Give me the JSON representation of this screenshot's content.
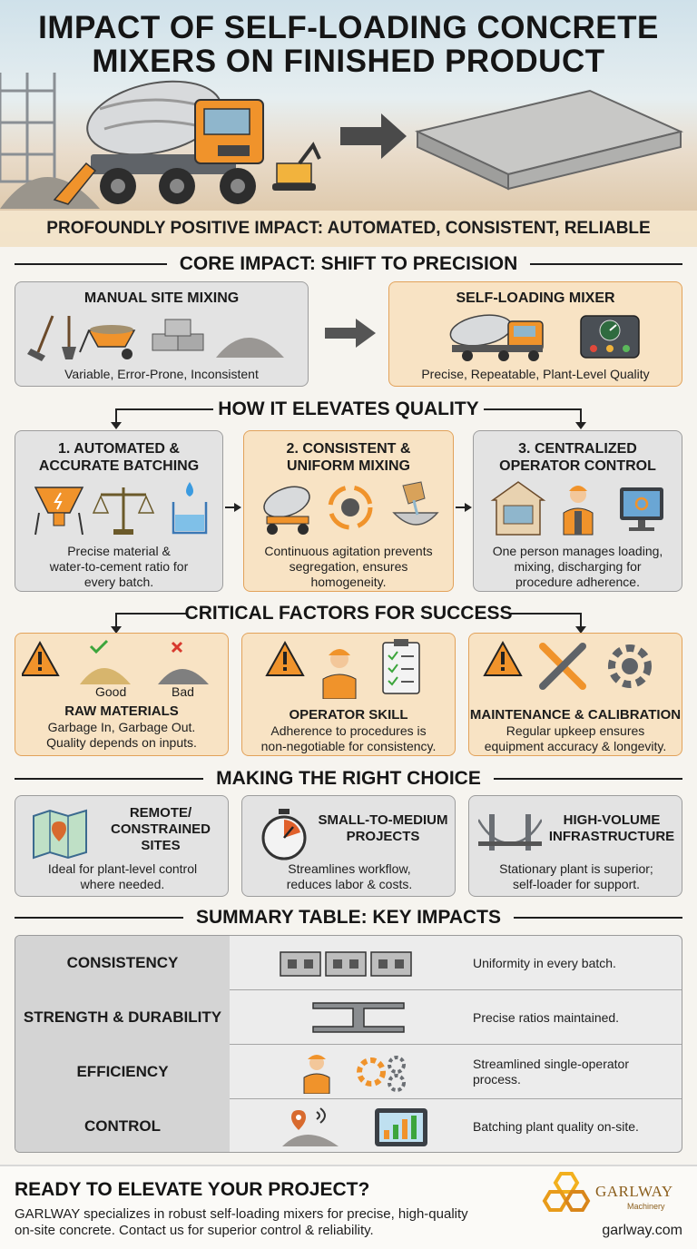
{
  "hero": {
    "title_line1": "IMPACT OF SELF-LOADING CONCRETE",
    "title_line2": "MIXERS ON FINISHED PRODUCT",
    "banner": "PROFOUNDLY POSITIVE IMPACT: AUTOMATED, CONSISTENT, RELIABLE"
  },
  "core": {
    "heading": "CORE IMPACT: SHIFT TO PRECISION",
    "manual": {
      "title": "MANUAL SITE MIXING",
      "desc": "Variable, Error-Prone, Inconsistent"
    },
    "self": {
      "title": "SELF-LOADING MIXER",
      "desc": "Precise, Repeatable, Plant-Level Quality"
    }
  },
  "elevate": {
    "heading": "HOW IT ELEVATES QUALITY",
    "cards": [
      {
        "title_1": "1. AUTOMATED &",
        "title_2": "ACCURATE BATCHING",
        "desc_1": "Precise material &",
        "desc_2": "water-to-cement ratio for",
        "desc_3": "every batch."
      },
      {
        "title_1": "2. CONSISTENT &",
        "title_2": "UNIFORM MIXING",
        "desc_1": "Continuous agitation prevents",
        "desc_2": "segregation, ensures",
        "desc_3": "homogeneity."
      },
      {
        "title_1": "3. CENTRALIZED",
        "title_2": "OPERATOR CONTROL",
        "desc_1": "One person manages loading,",
        "desc_2": "mixing, discharging for",
        "desc_3": "procedure adherence."
      }
    ]
  },
  "factors": {
    "heading": "CRITICAL FACTORS FOR SUCCESS",
    "good_label": "Good",
    "bad_label": "Bad",
    "cards": [
      {
        "title": "RAW MATERIALS",
        "desc_1": "Garbage In, Garbage Out.",
        "desc_2": "Quality depends on inputs."
      },
      {
        "title": "OPERATOR SKILL",
        "desc_1": "Adherence to procedures is",
        "desc_2": "non-negotiable for consistency."
      },
      {
        "title": "MAINTENANCE & CALIBRATION",
        "desc_1": "Regular upkeep ensures",
        "desc_2": "equipment accuracy & longevity."
      }
    ]
  },
  "choice": {
    "heading": "MAKING THE RIGHT CHOICE",
    "cards": [
      {
        "title_1": "REMOTE/",
        "title_2": "CONSTRAINED",
        "title_3": "SITES",
        "desc_1": "Ideal for plant-level control",
        "desc_2": "where needed."
      },
      {
        "title_1": "SMALL-TO-MEDIUM",
        "title_2": "PROJECTS",
        "title_3": "",
        "desc_1": "Streamlines workflow,",
        "desc_2": "reduces labor & costs."
      },
      {
        "title_1": "HIGH-VOLUME",
        "title_2": "INFRASTRUCTURE",
        "title_3": "",
        "desc_1": "Stationary plant is superior;",
        "desc_2": "self-loader for support."
      }
    ]
  },
  "summary": {
    "heading": "SUMMARY TABLE: KEY IMPACTS",
    "rows": [
      {
        "label": "CONSISTENCY",
        "desc_1": "Uniformity in every batch.",
        "desc_2": ""
      },
      {
        "label": "STRENGTH & DURABILITY",
        "desc_1": "Precise ratios maintained.",
        "desc_2": ""
      },
      {
        "label": "EFFICIENCY",
        "desc_1": "Streamlined single-operator",
        "desc_2": "process."
      },
      {
        "label": "CONTROL",
        "desc_1": "Batching plant quality on-site.",
        "desc_2": ""
      }
    ]
  },
  "footer": {
    "title": "READY TO ELEVATE YOUR PROJECT?",
    "body_1": "GARLWAY specializes in robust self-loading mixers for precise, high-quality",
    "body_2": "on-site concrete. Contact us for superior control & reliability.",
    "brand": "GARLWAY",
    "brand_sub": "Machinery",
    "url": "garlway.com"
  },
  "colors": {
    "accent_orange": "#f0932b",
    "card_orange_bg": "#f8e3c4",
    "card_gray_bg": "#e3e3e3",
    "text_dark": "#1c1c1c"
  }
}
